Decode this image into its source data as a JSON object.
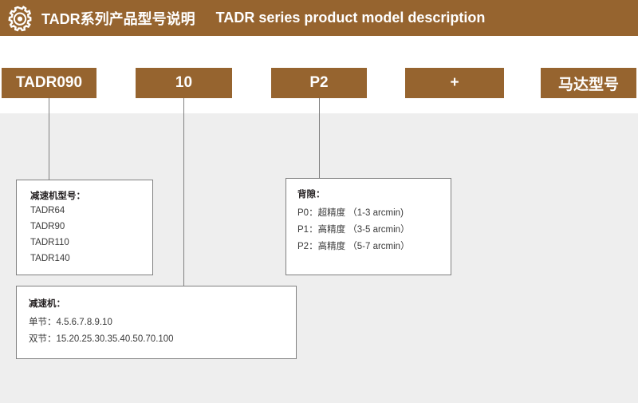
{
  "header": {
    "icon": "gear-icon",
    "title_cn": "TADR系列产品型号说明",
    "title_en": "TADR series product model description",
    "background_color": "#96642F",
    "text_color": "#FFFFFF"
  },
  "canvas": {
    "background_color": "#EEEEEE"
  },
  "model_code": {
    "boxes": [
      {
        "label": "TADR090"
      },
      {
        "label": "10"
      },
      {
        "label": "P2"
      },
      {
        "label": "+"
      },
      {
        "label": "马达型号"
      }
    ]
  },
  "detail_boxes": [
    {
      "title": "减速机型号：",
      "lines": [
        "TADR64",
        "TADR90",
        "TADR110",
        "TADR140"
      ]
    },
    {
      "title": "背隙：",
      "lines": [
        "P0：超精度 （1-3 arcmin)",
        "P1：高精度 （3-5 arcmin）",
        "P2：高精度 （5-7 arcmin）"
      ]
    },
    {
      "title": "减速机：",
      "lines": [
        "单节：4.5.6.7.8.9.10",
        "双节：15.20.25.30.35.40.50.70.100"
      ]
    }
  ]
}
